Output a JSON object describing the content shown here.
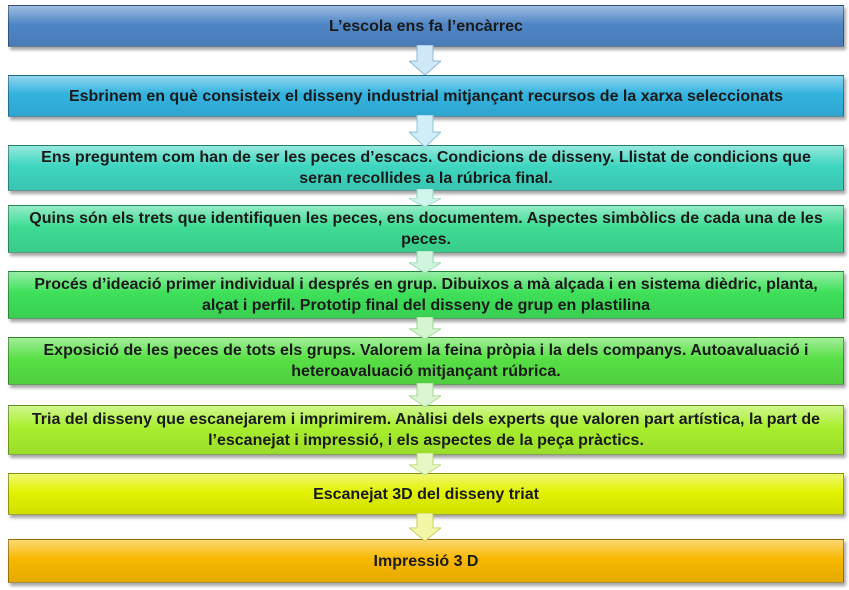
{
  "diagram": {
    "steps": [
      {
        "text": "L’escola ens  fa l’encàrrec",
        "color": "#4f86c6"
      },
      {
        "text": "Esbrinem en què consisteix el disseny industrial mitjançant recursos de la xarxa seleccionats",
        "color": "#33b3e0"
      },
      {
        "text": "Ens preguntem  com han de ser les peces d’escacs. Condicions de disseny. Llistat de condicions que seran recollides a la rúbrica final.",
        "color": "#3ed6c0"
      },
      {
        "text": "Quins són els trets que identifiquen les peces, ens documentem. Aspectes simbòlics de cada una de les peces.",
        "color": "#3edc95"
      },
      {
        "text": "Procés d’ideació primer individual i després en grup. Dibuixos a mà alçada i en sistema dièdric, planta, alçat i perfil. Prototip final del disseny de grup en plastilina",
        "color": "#3ee05a"
      },
      {
        "text": "Exposició de les peces de tots els grups. Valorem la feina pròpia i la dels companys. Autoavaluació i heteroavaluació mitjançant rúbrica.",
        "color": "#57e045"
      },
      {
        "text": "Tria del disseny que escanejarem i imprimirem. Anàlisi dels experts que valoren part artística, la part de l’escanejat i impressió,  i els  aspectes de la peça pràctics.",
        "color": "#a8ef2e"
      },
      {
        "text": "Escanejat 3D del disseny triat",
        "color": "#e2f200"
      },
      {
        "text": "Impressió 3 D",
        "color": "#f8b800"
      }
    ]
  }
}
